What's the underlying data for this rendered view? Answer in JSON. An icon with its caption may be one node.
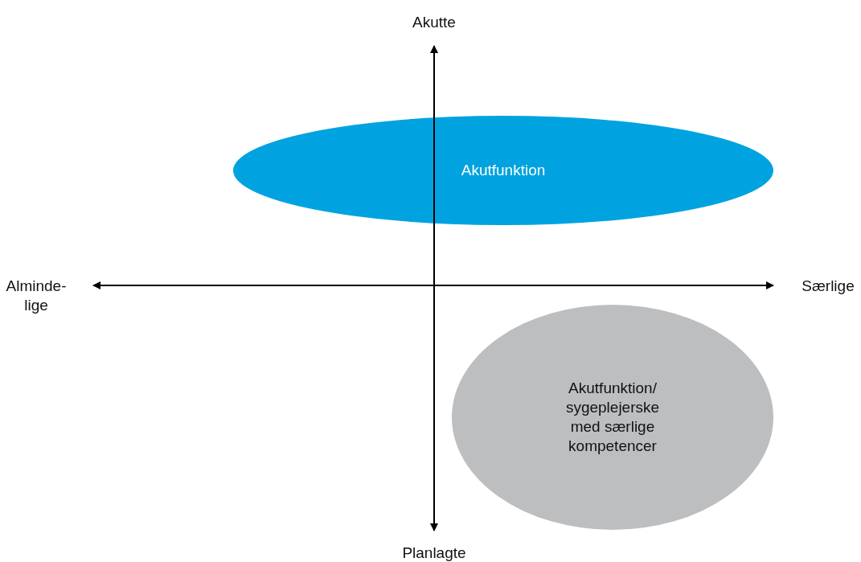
{
  "diagram": {
    "nodes": [
      {
        "text": [
          "Akutfunktion"
        ]
      },
      {
        "text": [
          "Akutfunktion/ sygeplejerske med særlige kompetencer"
        ]
      }
    ],
    "labels": [
      "Akutte",
      "Alminde- lige",
      "Særlige",
      "Planlagte"
    ]
  }
}
